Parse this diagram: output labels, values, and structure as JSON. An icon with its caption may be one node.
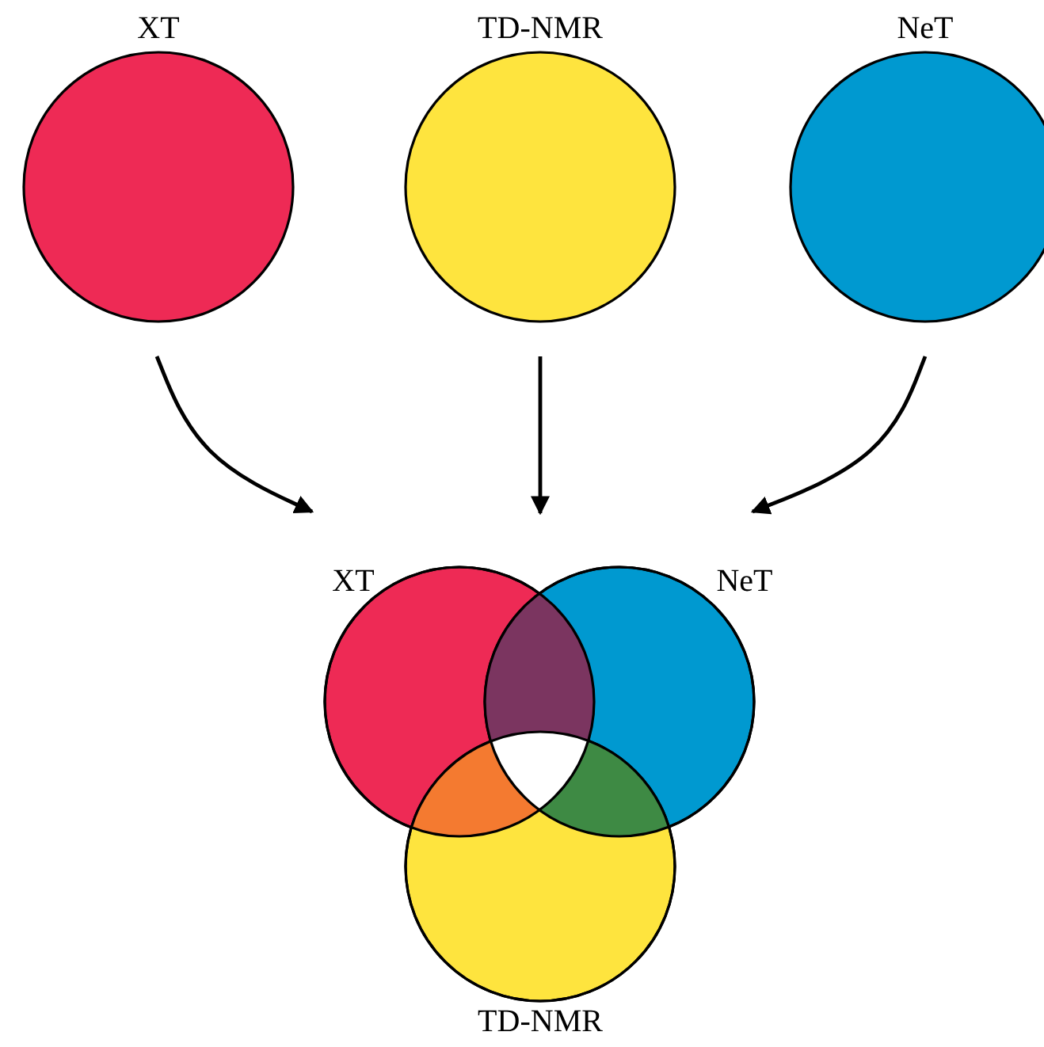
{
  "diagram": {
    "nodes": [
      {
        "text": [
          "XT"
        ]
      },
      {
        "text": [
          "TD-NMR"
        ]
      },
      {
        "text": [
          "NeT"
        ]
      },
      {
        "text": [],
        "shape": "venn"
      },
      {
        "text": [
          "XT"
        ],
        "in": 3
      },
      {
        "text": [
          "NeT"
        ],
        "in": 3
      },
      {
        "text": [
          "TD-NMR"
        ],
        "in": 3
      }
    ],
    "edges": [
      {
        "from": 0,
        "to": 4,
        "arrow": "to"
      },
      {
        "from": 1,
        "to": 3,
        "arrow": "to"
      },
      {
        "from": 2,
        "to": 5,
        "arrow": "to"
      }
    ]
  }
}
